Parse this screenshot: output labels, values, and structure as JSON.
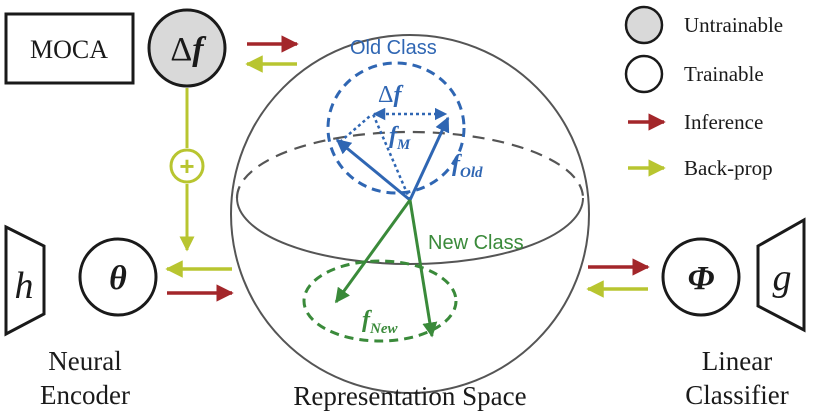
{
  "colors": {
    "ink": "#1a1a1a",
    "old_class": "#2f66b3",
    "new_class": "#3a8a3a",
    "inference": "#a3262a",
    "backprop": "#b8c530",
    "untrainable_fill": "#d9d9d9",
    "sphere_dash": "#444444"
  },
  "moca": {
    "label": "MOCA"
  },
  "delta_f_node": {
    "symbol": "Δ",
    "var": "f"
  },
  "encoder": {
    "h_label": "h",
    "theta_label": "θ",
    "caption_line1": "Neural",
    "caption_line2": "Encoder"
  },
  "classifier": {
    "phi_label": "Φ",
    "g_label": "g",
    "caption_line1": "Linear",
    "caption_line2": "Classifier"
  },
  "sphere": {
    "caption": "Representation Space",
    "old_class_label": "Old Class",
    "new_class_label": "New Class",
    "delta_f_symbol": "Δ",
    "delta_f_var": "f",
    "f_m_main": "f",
    "f_m_sub": "M",
    "f_old_main": "f",
    "f_old_sub": "Old",
    "f_new_main": "f",
    "f_new_sub": "New"
  },
  "legend": {
    "untrainable": "Untrainable",
    "trainable": "Trainable",
    "inference": "Inference",
    "backprop": "Back-prop"
  },
  "plus_symbol": "+"
}
